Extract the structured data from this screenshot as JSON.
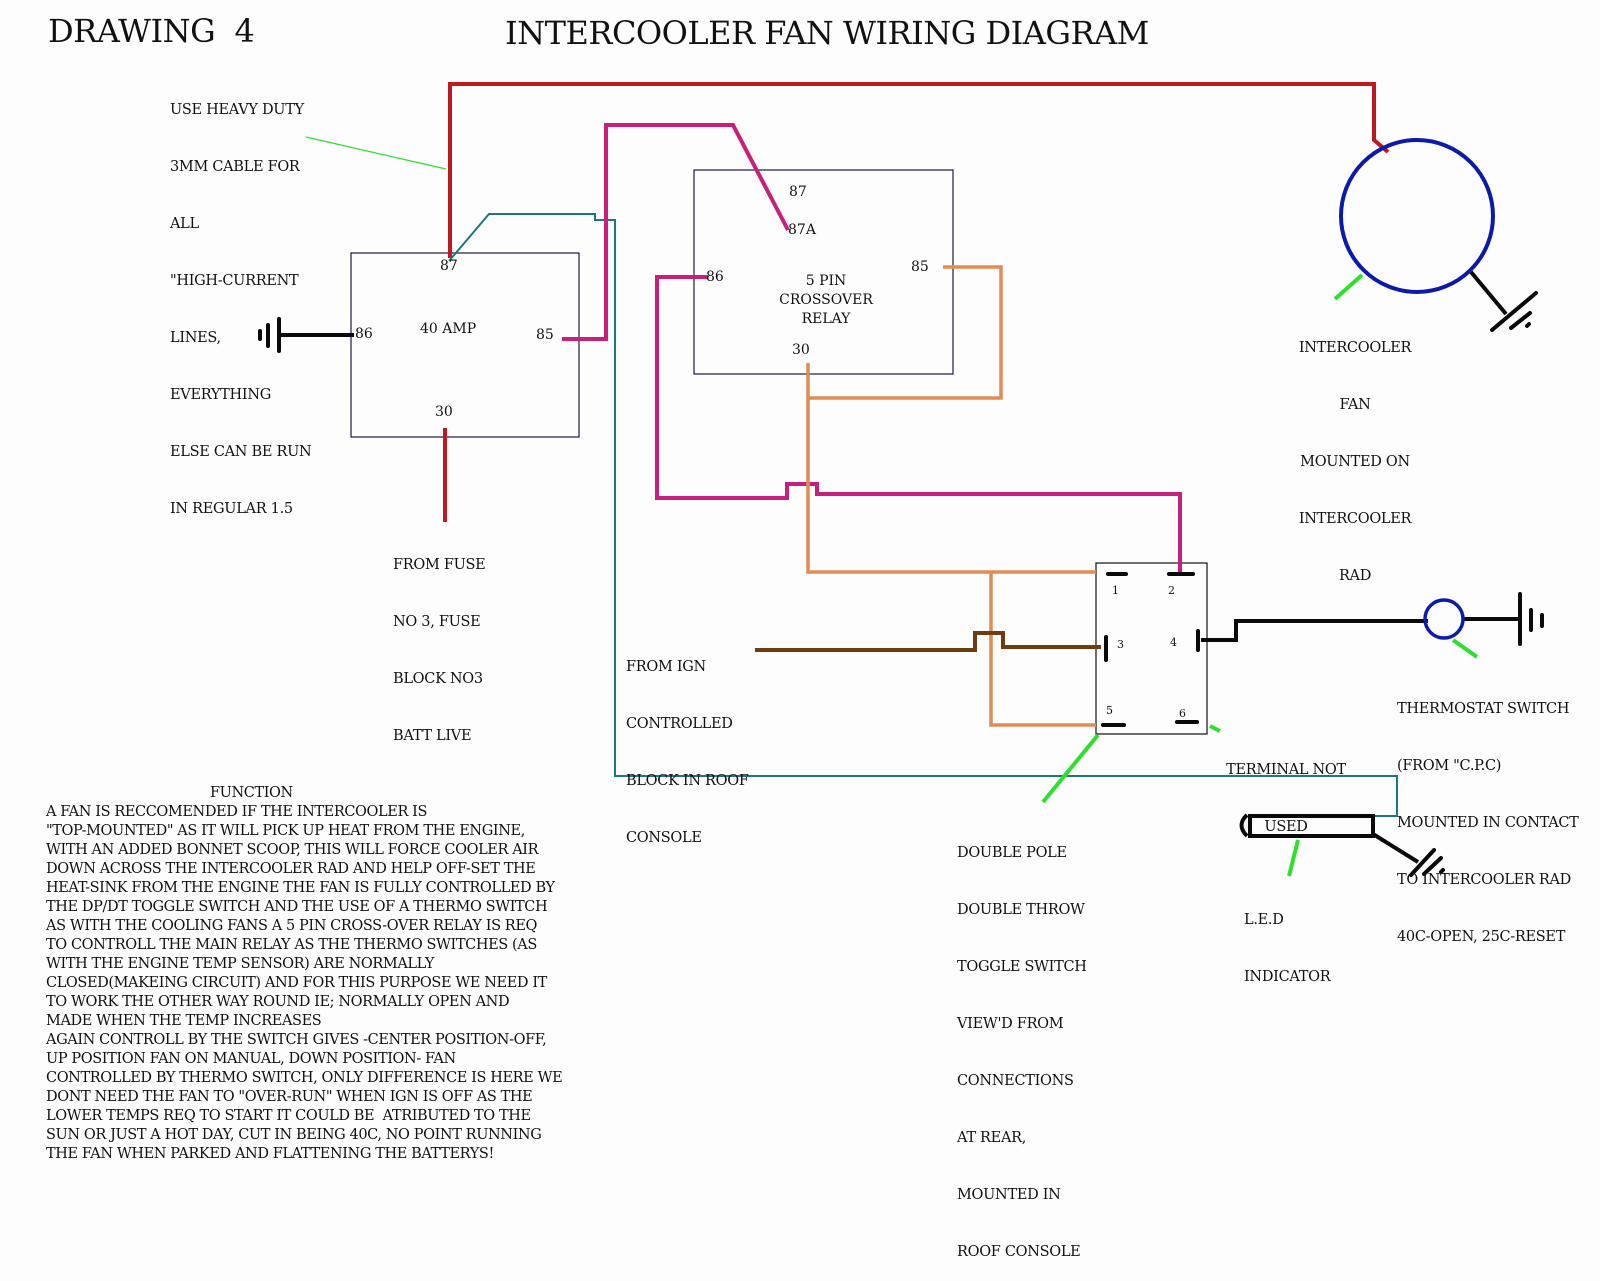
{
  "header": {
    "drawing_label": "DRAWING  4",
    "title": "INTERCOOLER FAN WIRING DIAGRAM"
  },
  "colors": {
    "high_current_red": "#c0181f",
    "relay_magenta": "#c8207a",
    "orange": "#e08c55",
    "teal": "#1d7680",
    "brown": "#6e3c10",
    "ground_black": "#0a0a0a",
    "component_blue": "#0b1aa8",
    "pointer_green": "#2ee02e",
    "box_outline": "#1a1a40"
  },
  "notes": {
    "cable_note": [
      "USE HEAVY DUTY",
      "3MM CABLE FOR",
      "ALL",
      "\"HIGH-CURRENT",
      "LINES,",
      "EVERYTHING",
      "ELSE CAN BE RUN",
      "IN REGULAR 1.5"
    ]
  },
  "main_relay": {
    "name": "40 AMP",
    "pins": {
      "p87": "87",
      "p86": "86",
      "p85": "85",
      "p30": "30"
    },
    "supply_label": [
      "FROM FUSE",
      "NO 3, FUSE",
      "BLOCK NO3",
      "BATT LIVE"
    ]
  },
  "crossover_relay": {
    "name": [
      "5 PIN",
      "CROSSOVER",
      "RELAY"
    ],
    "pins": {
      "p87": "87",
      "p87a": "87A",
      "p86": "86",
      "p85": "85",
      "p30": "30"
    }
  },
  "fan": {
    "label": [
      "INTERCOOLER",
      "FAN",
      "MOUNTED ON",
      "INTERCOOLER",
      "RAD"
    ]
  },
  "ignition": {
    "label": [
      "FROM IGN",
      "CONTROLLED",
      "BLOCK IN ROOF",
      "CONSOLE"
    ]
  },
  "toggle_switch": {
    "terminals": [
      "1",
      "2",
      "3",
      "4",
      "5",
      "6"
    ],
    "label": [
      "DOUBLE POLE",
      "DOUBLE THROW",
      "TOGGLE SWITCH",
      "VIEW'D FROM",
      "CONNECTIONS",
      "AT REAR,",
      "MOUNTED IN",
      "ROOF CONSOLE"
    ],
    "unused_label": [
      "TERMINAL NOT",
      "USED"
    ]
  },
  "thermostat": {
    "label": [
      "THERMOSTAT SWITCH",
      "(FROM \"C.P.C)",
      "MOUNTED IN CONTACT",
      "TO INTERCOOLER RAD",
      "40C-OPEN, 25C-RESET"
    ]
  },
  "led": {
    "label": [
      "L.E.D",
      "INDICATOR"
    ]
  },
  "function_text": {
    "title": "FUNCTION",
    "lines": [
      "A FAN IS RECCOMENDED IF THE INTERCOOLER IS",
      "\"TOP-MOUNTED\" AS IT WILL PICK UP HEAT FROM THE ENGINE,",
      "WITH AN ADDED BONNET SCOOP, THIS WILL FORCE COOLER AIR",
      "DOWN ACROSS THE INTERCOOLER RAD AND HELP OFF-SET THE",
      "HEAT-SINK FROM THE ENGINE THE FAN IS FULLY CONTROLLED BY",
      "THE DP/DT TOGGLE SWITCH AND THE USE OF A THERMO SWITCH",
      "AS WITH THE COOLING FANS A 5 PIN CROSS-OVER RELAY IS REQ",
      "TO CONTROLL THE MAIN RELAY AS THE THERMO SWITCHES (AS",
      "WITH THE ENGINE TEMP SENSOR) ARE NORMALLY",
      "CLOSED(MAKEING CIRCUIT) AND FOR THIS PURPOSE WE NEED IT",
      "TO WORK THE OTHER WAY ROUND IE; NORMALLY OPEN AND",
      "MADE WHEN THE TEMP INCREASES",
      "AGAIN CONTROLL BY THE SWITCH GIVES -CENTER POSITION-OFF,",
      "UP POSITION FAN ON MANUAL, DOWN POSITION- FAN",
      "CONTROLLED BY THERMO SWITCH, ONLY DIFFERENCE IS HERE WE",
      "DONT NEED THE FAN TO \"OVER-RUN\" WHEN IGN IS OFF AS THE",
      "LOWER TEMPS REQ TO START IT COULD BE  ATRIBUTED TO THE",
      "SUN OR JUST A HOT DAY, CUT IN BEING 40C, NO POINT RUNNING",
      "THE FAN WHEN PARKED AND FLATTENING THE BATTERYS!"
    ]
  }
}
